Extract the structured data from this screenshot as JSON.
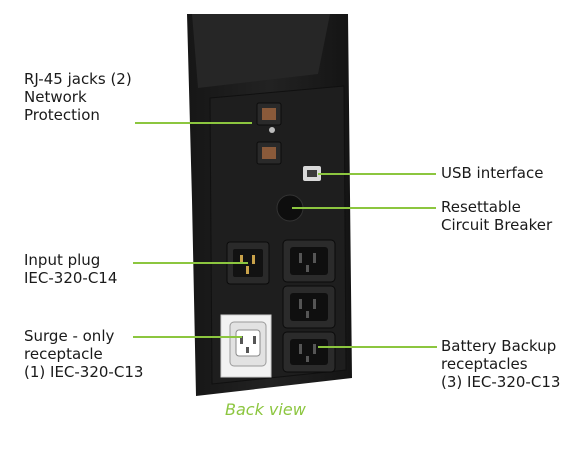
{
  "labels": {
    "rj45": [
      "RJ-45 jacks (2)",
      "Network",
      "Protection"
    ],
    "usb": [
      "USB interface"
    ],
    "breaker": [
      "Resettable",
      "Circuit Breaker"
    ],
    "input_plug": [
      "Input plug",
      "IEC-320-C14"
    ],
    "surge": [
      "Surge - only",
      "receptacle",
      "(1) IEC-320-C13"
    ],
    "battery": [
      "Battery Backup",
      "receptacles",
      "(3) IEC-320-C13"
    ]
  },
  "caption": "Back view",
  "colors": {
    "leader_line": "#8cc63f",
    "caption": "#8cc63f",
    "device_body": "#1c1c1c",
    "surge_panel": "#f2f2f2"
  }
}
